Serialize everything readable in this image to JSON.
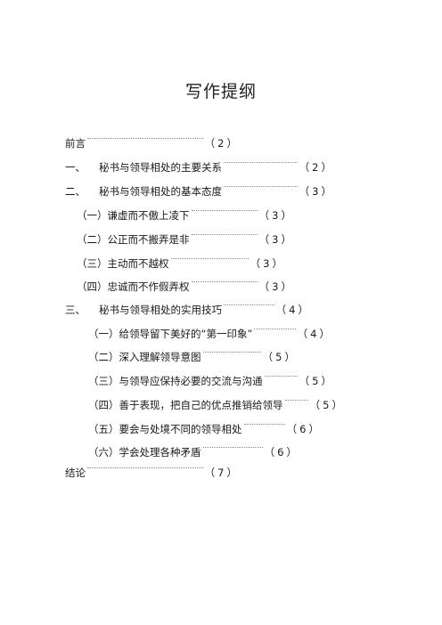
{
  "document": {
    "title": "写作提纲",
    "toc": [
      {
        "num": "",
        "label": "前言",
        "page": "（2）"
      },
      {
        "num": "一、",
        "label": "秘书与领导相处的主要关系",
        "page": "（2）"
      },
      {
        "num": "二、",
        "label": "秘书与领导相处的基本态度",
        "page": "（3）"
      },
      {
        "num": "",
        "label": "（一）谦虚而不傲上凌下",
        "page": "（3）"
      },
      {
        "num": "",
        "label": "（二）公正而不搬弄是非",
        "page": "（3）"
      },
      {
        "num": "",
        "label": "（三）主动而不越权",
        "page": "（3）"
      },
      {
        "num": "",
        "label": "（四）忠诚而不作假弄权",
        "page": "（3）"
      },
      {
        "num": "三、",
        "label": "秘书与领导相处的实用技巧",
        "page": "（4）"
      },
      {
        "num": "",
        "label": "（一）给领导留下美好的“第一印象”",
        "page": "（4）"
      },
      {
        "num": "",
        "label": "（二）深入理解领导意图",
        "page": "（5）"
      },
      {
        "num": "",
        "label": "（三）与领导应保持必要的交流与沟通",
        "page": "（5）"
      },
      {
        "num": "",
        "label": "（四）善于表现，把自己的优点推销给领导",
        "page": "（5）"
      },
      {
        "num": "",
        "label": "（五）要会与处境不同的领导相处",
        "page": "（6）"
      },
      {
        "num": "",
        "label": "（六）学会处理各种矛盾",
        "page": "（6）"
      },
      {
        "num": "",
        "label": "结论",
        "page": "（7）"
      }
    ]
  }
}
